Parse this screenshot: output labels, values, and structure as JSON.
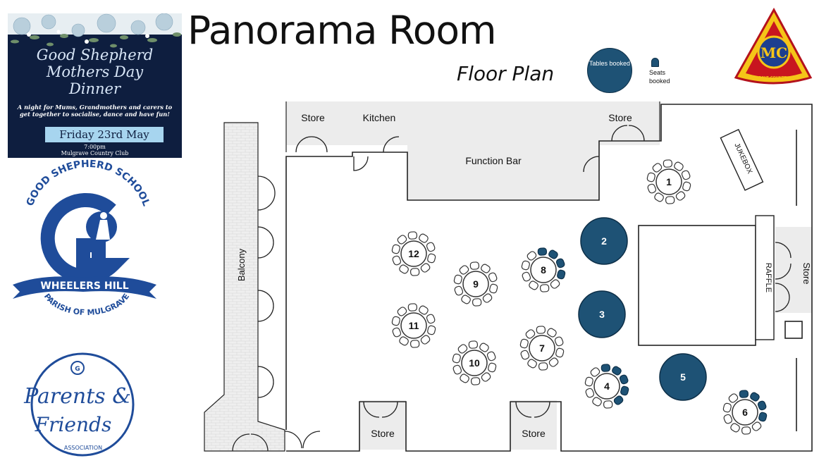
{
  "poster": {
    "title_line1": "Good Shepherd",
    "title_line2": "Mothers Day",
    "title_line3": "Dinner",
    "subtitle": "A night for Mums, Grandmothers and carers to get together to socialise, dance and have fun!",
    "date": "Friday 23rd May",
    "time": "7:00pm",
    "venue": "Mulgrave Country Club"
  },
  "room_title": "Panorama Room",
  "floor_plan_title": "Floor Plan",
  "legend": {
    "tables_booked": "Tables booked",
    "seats_booked": "Seats booked"
  },
  "school_logo": {
    "top_text": "GOOD SHEPHERD SCHOOL",
    "banner_text": "WHEELERS HILL",
    "bottom_text": "PARISH OF MULGRAVE"
  },
  "club_logo": {
    "text": "MULGRAVE COUNTRY CLUB",
    "monogram": "MC"
  },
  "pf_logo": {
    "line1": "Parents &",
    "line2": "Friends",
    "line3": "ASSOCIATION"
  },
  "rooms": {
    "store_top_left": "Store",
    "kitchen": "Kitchen",
    "store_top_right": "Store",
    "function_bar": "Function Bar",
    "jukebox": "JUKEBOX",
    "balcony": "Balcony",
    "raffle": "RAFFLE",
    "store_right": "Store",
    "store_bottom_left": "Store",
    "store_bottom_mid": "Store"
  },
  "colors": {
    "booked_fill": "#1e5275",
    "booked_stroke": "#0d2f48",
    "seat_free": "#ffffff",
    "area_grey": "#ececec"
  },
  "tables": [
    {
      "number": "1",
      "booked": false,
      "seats_booked": 0
    },
    {
      "number": "2",
      "booked": true,
      "seats_booked": 0
    },
    {
      "number": "3",
      "booked": true,
      "seats_booked": 0
    },
    {
      "number": "4",
      "booked": false,
      "seats_booked": 5
    },
    {
      "number": "5",
      "booked": true,
      "seats_booked": 0
    },
    {
      "number": "6",
      "booked": false,
      "seats_booked": 4
    },
    {
      "number": "7",
      "booked": false,
      "seats_booked": 0
    },
    {
      "number": "8",
      "booked": false,
      "seats_booked": 4
    },
    {
      "number": "9",
      "booked": false,
      "seats_booked": 0
    },
    {
      "number": "10",
      "booked": false,
      "seats_booked": 0
    },
    {
      "number": "11",
      "booked": false,
      "seats_booked": 0
    },
    {
      "number": "12",
      "booked": false,
      "seats_booked": 0
    }
  ]
}
